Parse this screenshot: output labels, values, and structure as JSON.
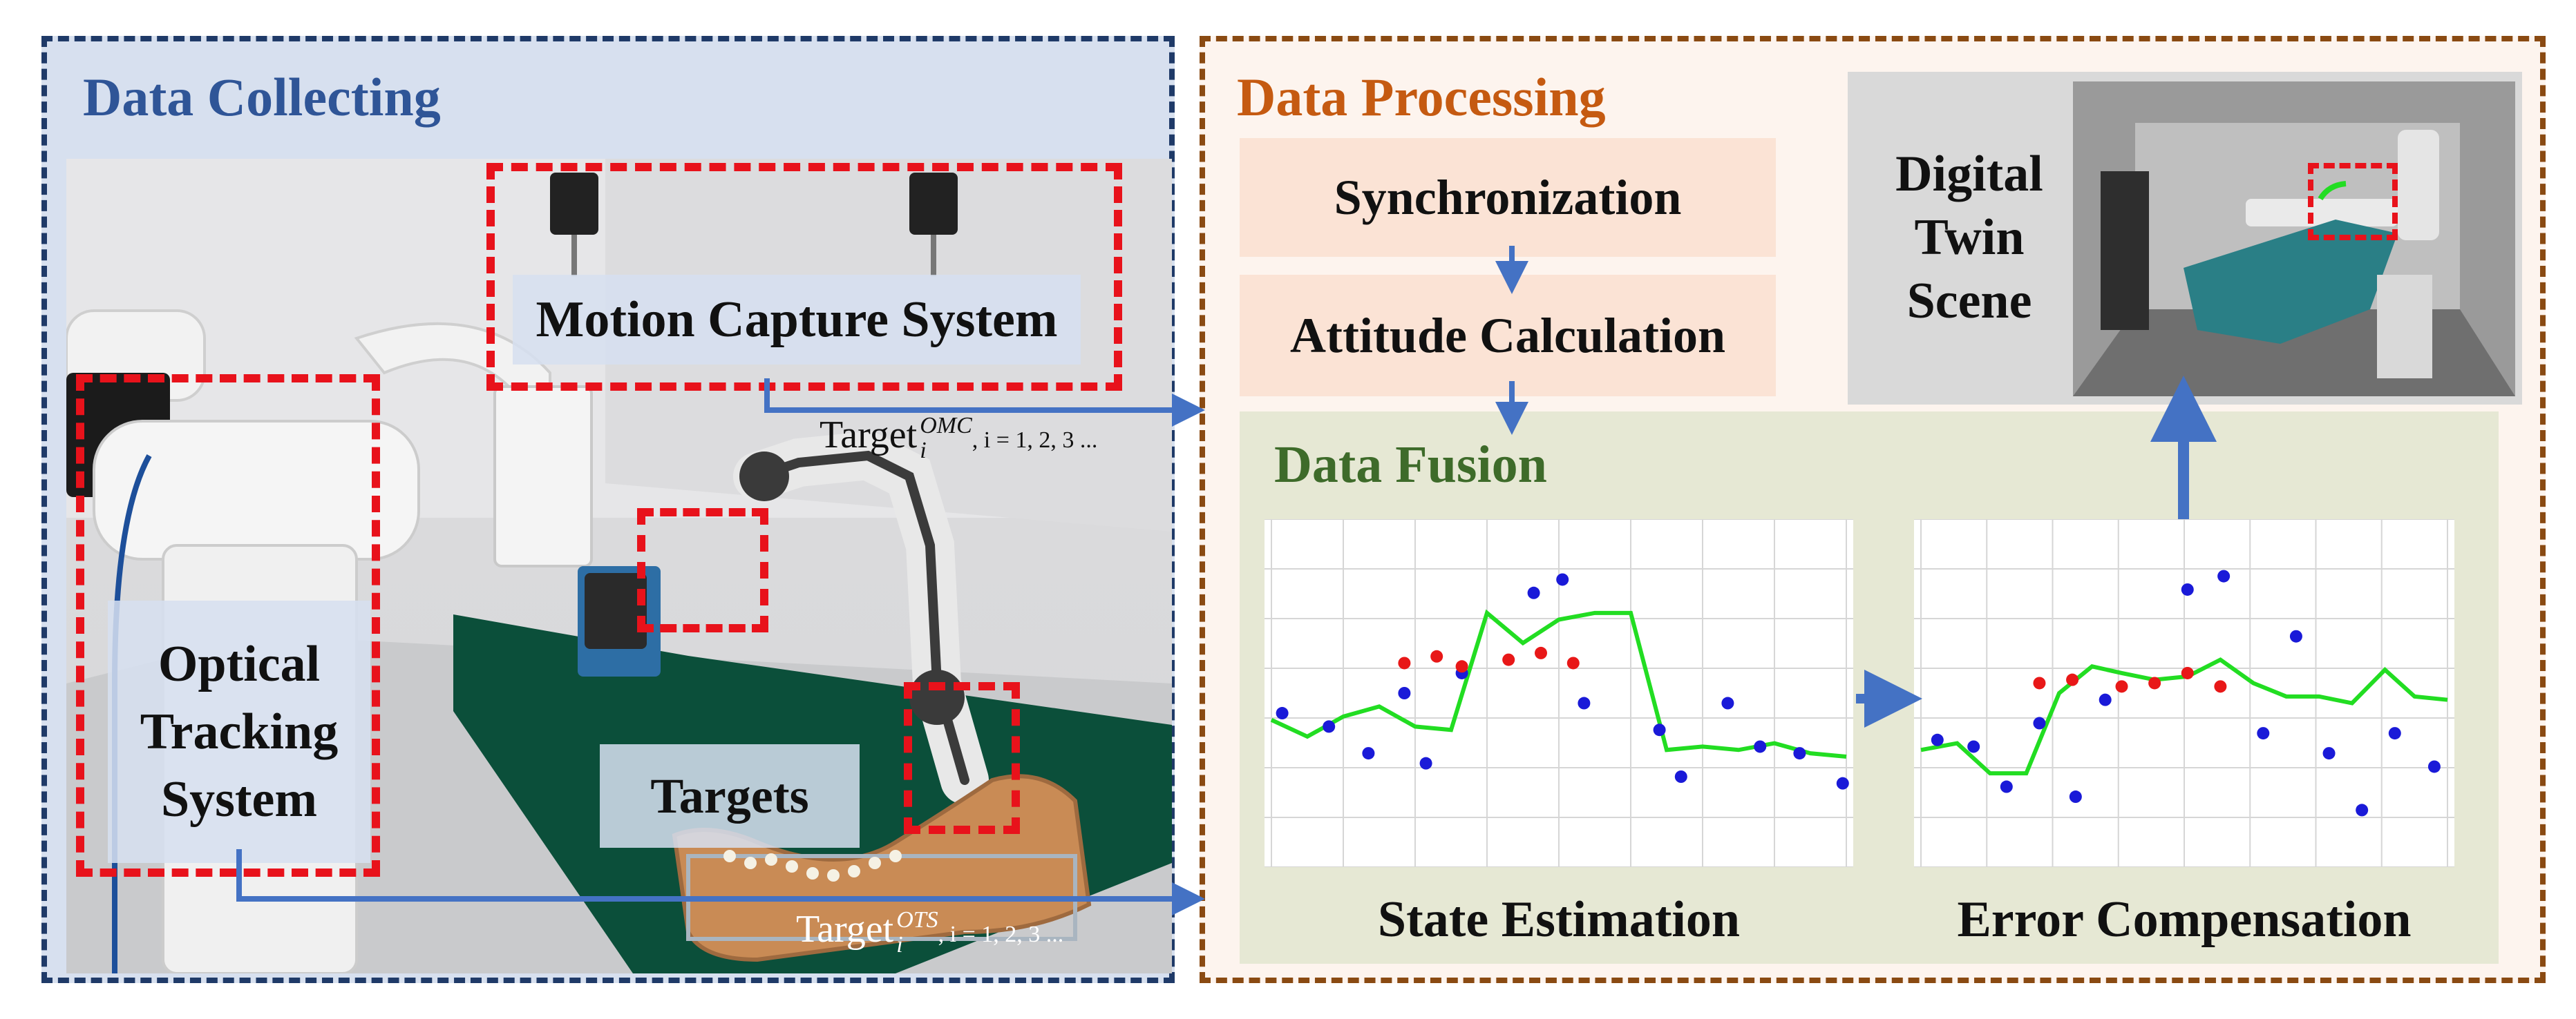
{
  "colors": {
    "left_panel_fill": "#d7e0ef",
    "left_panel_border": "#1f3a68",
    "right_panel_fill": "#fdf4ee",
    "right_panel_border": "#8a4a12",
    "data_collecting_title": "#2f5597",
    "data_processing_title": "#c55a11",
    "data_fusion_title": "#3e6b2a",
    "process_box": "#fbe3d5",
    "fusion_panel": "#e6e8d4",
    "arrow": "#4472c4",
    "red_dashed": "#e8121b",
    "line_green": "#22dd22",
    "dot_blue": "#1a1ad8",
    "dot_red": "#e81818"
  },
  "data_collecting": {
    "title": "Data Collecting",
    "labels": {
      "motion_capture": "Motion Capture System",
      "optical_tracking_1": "Optical",
      "optical_tracking_2": "Tracking",
      "optical_tracking_3": "System",
      "targets": "Targets"
    },
    "target_omc": {
      "base": "Target",
      "sub": "i",
      "sup": "OMC",
      "index_text": ", i = 1, 2, 3 ..."
    },
    "target_ots": {
      "base": "Target",
      "sub": "i",
      "sup": "OTS",
      "index_text": ", i = 1, 2, 3 ..."
    }
  },
  "data_processing": {
    "title": "Data Processing",
    "steps": [
      "Synchronization",
      "Attitude Calculation"
    ],
    "fusion_title": "Data Fusion",
    "state_estimation_label": "State Estimation",
    "error_compensation_label": "Error Compensation"
  },
  "digital_twin": {
    "line1": "Digital",
    "line2": "Twin",
    "line3": "Scene"
  },
  "chart_data": [
    {
      "type": "scatter",
      "title": "State Estimation",
      "xlim": [
        0,
        16
      ],
      "ylim": [
        0,
        10
      ],
      "grid": true,
      "series": [
        {
          "kind": "line",
          "color": "#22dd22",
          "points": [
            [
              0,
              4.2
            ],
            [
              1,
              3.7
            ],
            [
              2,
              4.3
            ],
            [
              3,
              4.6
            ],
            [
              4,
              4.0
            ],
            [
              5,
              3.9
            ],
            [
              6,
              7.4
            ],
            [
              7,
              6.5
            ],
            [
              8,
              7.2
            ],
            [
              9,
              7.4
            ],
            [
              10,
              7.4
            ],
            [
              11,
              3.3
            ],
            [
              12,
              3.4
            ],
            [
              13,
              3.3
            ],
            [
              14,
              3.5
            ],
            [
              15,
              3.2
            ],
            [
              16,
              3.1
            ]
          ]
        },
        {
          "kind": "scatter",
          "color": "#1a1ad8",
          "points": [
            [
              0.3,
              4.4
            ],
            [
              1.6,
              4.0
            ],
            [
              2.7,
              3.2
            ],
            [
              3.7,
              5.0
            ],
            [
              4.3,
              2.9
            ],
            [
              5.3,
              5.6
            ],
            [
              7.3,
              8.0
            ],
            [
              8.1,
              8.4
            ],
            [
              8.7,
              4.7
            ],
            [
              10.8,
              3.9
            ],
            [
              11.4,
              2.5
            ],
            [
              12.7,
              4.7
            ],
            [
              13.6,
              3.4
            ],
            [
              14.7,
              3.2
            ],
            [
              15.9,
              2.3
            ]
          ]
        },
        {
          "kind": "scatter",
          "color": "#e81818",
          "points": [
            [
              3.7,
              5.9
            ],
            [
              4.6,
              6.1
            ],
            [
              5.3,
              5.8
            ],
            [
              6.6,
              6.0
            ],
            [
              7.5,
              6.2
            ],
            [
              8.4,
              5.9
            ]
          ]
        }
      ]
    },
    {
      "type": "scatter",
      "title": "Error Compensation",
      "xlim": [
        0,
        16
      ],
      "ylim": [
        0,
        10
      ],
      "grid": true,
      "series": [
        {
          "kind": "line",
          "color": "#22dd22",
          "points": [
            [
              0,
              3.3
            ],
            [
              1.1,
              3.5
            ],
            [
              2.1,
              2.6
            ],
            [
              3.2,
              2.6
            ],
            [
              4.2,
              5.0
            ],
            [
              5.2,
              5.8
            ],
            [
              6.1,
              5.6
            ],
            [
              7.1,
              5.4
            ],
            [
              8.1,
              5.5
            ],
            [
              9.1,
              6.0
            ],
            [
              10.1,
              5.3
            ],
            [
              11.1,
              4.9
            ],
            [
              12.1,
              4.9
            ],
            [
              13.1,
              4.7
            ],
            [
              14.1,
              5.7
            ],
            [
              15,
              4.9
            ],
            [
              16,
              4.8
            ]
          ]
        },
        {
          "kind": "scatter",
          "color": "#1a1ad8",
          "points": [
            [
              0.5,
              3.6
            ],
            [
              1.6,
              3.4
            ],
            [
              2.6,
              2.2
            ],
            [
              3.6,
              4.1
            ],
            [
              4.7,
              1.9
            ],
            [
              5.6,
              4.8
            ],
            [
              8.1,
              8.1
            ],
            [
              9.2,
              8.5
            ],
            [
              10.4,
              3.8
            ],
            [
              11.4,
              6.7
            ],
            [
              12.4,
              3.2
            ],
            [
              13.4,
              1.5
            ],
            [
              14.4,
              3.8
            ],
            [
              15.6,
              2.8
            ]
          ]
        },
        {
          "kind": "scatter",
          "color": "#e81818",
          "points": [
            [
              3.6,
              5.3
            ],
            [
              4.6,
              5.4
            ],
            [
              6.1,
              5.2
            ],
            [
              7.1,
              5.3
            ],
            [
              8.1,
              5.6
            ],
            [
              9.1,
              5.2
            ]
          ]
        }
      ]
    }
  ]
}
